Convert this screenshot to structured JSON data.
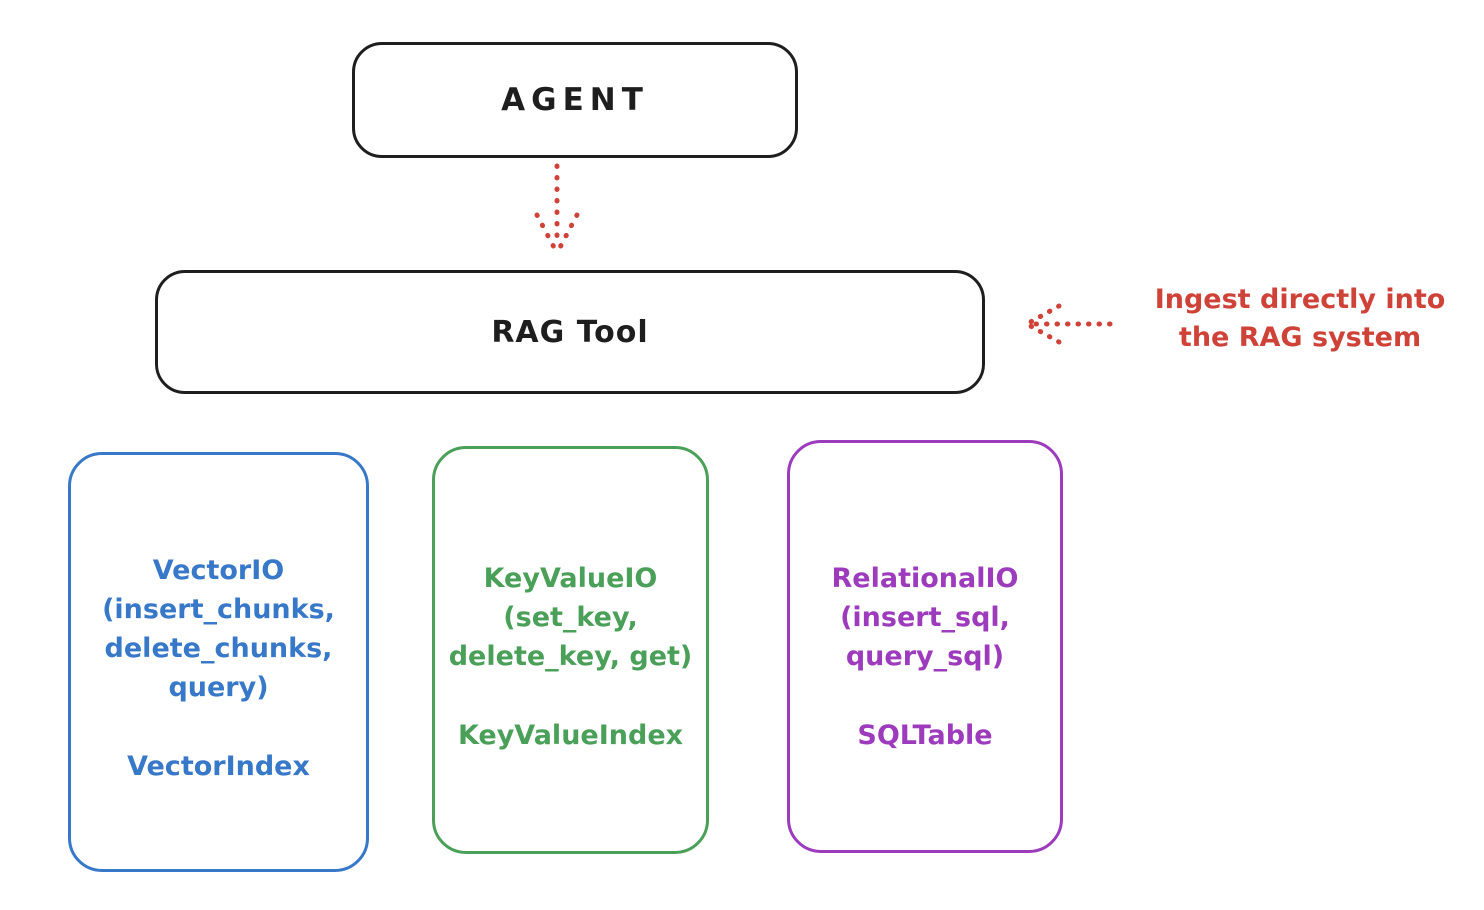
{
  "diagram": {
    "agent": {
      "label": "AGENT"
    },
    "rag_tool": {
      "label": "RAG Tool"
    },
    "annotation": {
      "line1": "Ingest directly into",
      "line2": "the RAG system"
    },
    "cards": [
      {
        "id": "vector-io",
        "color": "#3878c8",
        "lines": [
          "VectorIO",
          "(insert_chunks,",
          "delete_chunks,",
          "query)"
        ],
        "footer": "VectorIndex"
      },
      {
        "id": "keyvalue-io",
        "color": "#4aa058",
        "lines": [
          "KeyValueIO",
          "(set_key,",
          "delete_key, get)"
        ],
        "footer": "KeyValueIndex"
      },
      {
        "id": "relational-io",
        "color": "#9d3bbd",
        "lines": [
          "RelationalIO",
          "(insert_sql,",
          "query_sql)"
        ],
        "footer": "SQLTable"
      }
    ],
    "colors": {
      "stroke": "#1e1e1e",
      "arrow_red": "#cf4238",
      "background": "#ffffff"
    }
  }
}
